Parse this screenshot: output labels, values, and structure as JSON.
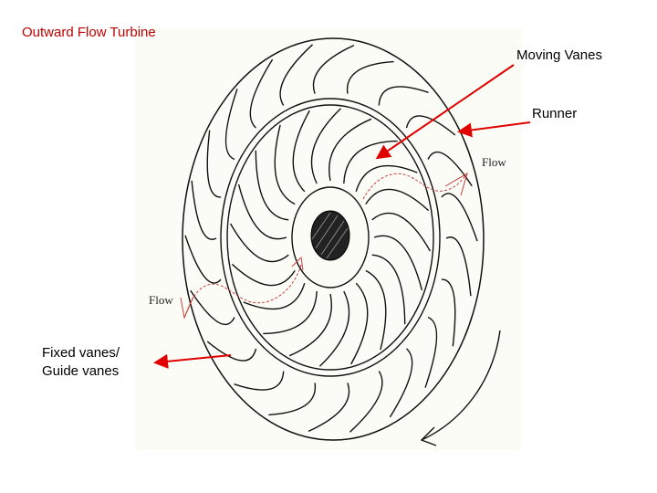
{
  "title": "Outward Flow Turbine",
  "labels": {
    "moving_vanes": "Moving Vanes",
    "runner": "Runner",
    "flow_top": "Flow",
    "flow_left": "Flow",
    "fixed_vanes_line1": "Fixed vanes/",
    "fixed_vanes_line2": "Guide vanes"
  },
  "colors": {
    "title": "#c00000",
    "arrow": "#e00000",
    "flow_path": "#c84040"
  }
}
